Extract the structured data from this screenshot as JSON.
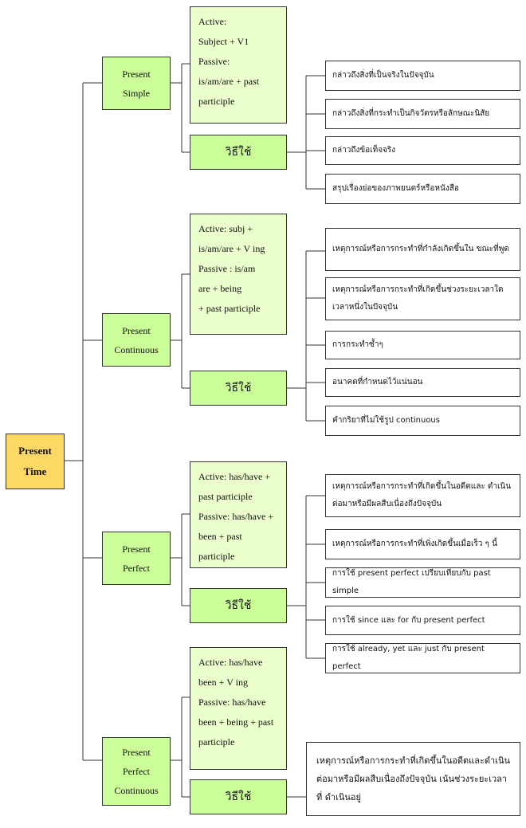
{
  "root": {
    "line1": "Present",
    "line2": "Time"
  },
  "tenses": [
    {
      "label_lines": [
        "Present",
        "Simple"
      ],
      "formula_lines": [
        "Active:",
        "Subject + V1",
        "Passive:",
        "is/am/are + past",
        "participle"
      ],
      "usage_label": "วิธีใช้",
      "usages": [
        "กล่าวถึงสิ่งที่เป็นจริงในปัจจุบัน",
        "กล่าวถึงสิ่งที่กระทำเป็นกิจวัตรหรือลักษณะนิสัย",
        "กล่าวถึงข้อเท็จจริง",
        "สรุปเรื่องย่อของภาพยนตร์หรือหนังสือ"
      ]
    },
    {
      "label_lines": [
        "Present",
        "Continuous"
      ],
      "formula_lines": [
        "Active: subj +",
        "is/am/are + V ing",
        "Passive : is/am",
        "are + being",
        " + past participle"
      ],
      "usage_label": "วิธีใช้",
      "usages": [
        "เหตุการณ์หรือการกระทำที่กำลังเกิดขึ้นใน ขณะที่พูด",
        "เหตุการณ์หรือการกระทำที่เกิดขึ้นช่วงระยะเวลาใด เวลาหนึ่งในปัจจุบัน",
        "การกระทำซ้ำๆ",
        "อนาคตที่กำหนดไว้แน่นอน",
        "คำกริยาที่ไม่ใช้รูป continuous"
      ]
    },
    {
      "label_lines": [
        "Present",
        "Perfect"
      ],
      "formula_lines": [
        "Active: has/have +",
        "past participle",
        "Passive: has/have +",
        "been + past",
        "participle"
      ],
      "usage_label": "วิธีใช้",
      "usages": [
        "เหตุการณ์หรือการกระทำที่เกิดขึ้นในอดีตและ ดำเนินต่อมาหรือมีผลสืบเนื่องถึงปัจจุบัน",
        "เหตุการณ์หรือการกระทำที่เพิ่งเกิดขึ้นเมื่อเร็ว ๆ นี้",
        "การใช้ present perfect เปรียบเทียบกับ past simple",
        "การใช้ since และ for กับ present perfect",
        "การใช้ already, yet และ just กับ present perfect"
      ]
    },
    {
      "label_lines": [
        "Present",
        "Perfect",
        "Continuous"
      ],
      "formula_lines": [
        "Active:  has/have",
        "been + V ing",
        "Passive:  has/have",
        "been + being + past",
        "participle"
      ],
      "usage_label": "วิธีใช้",
      "usages": [
        "เหตุการณ์หรือการกระทำที่เกิดขึ้นในอดีตและดำเนิน ต่อมาหรือมีผลสืบเนื่องถึงปัจจุบัน เน้นช่วงระยะเวลาที่ ดำเนินอยู่"
      ]
    }
  ]
}
